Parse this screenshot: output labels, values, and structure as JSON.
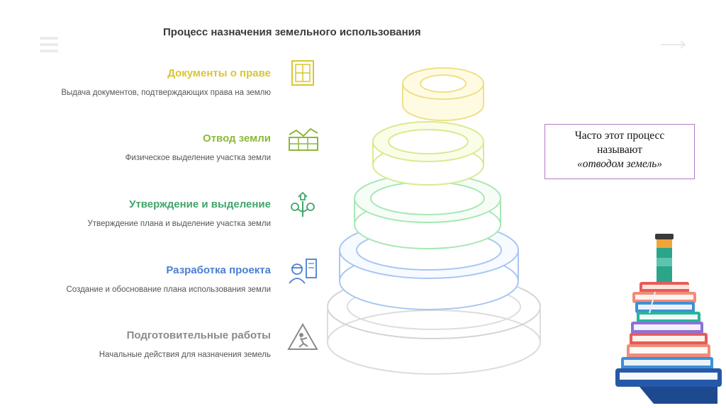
{
  "title": "Процесс назначения земельного использования",
  "steps": [
    {
      "heading": "Документы о праве",
      "description": "Выдача документов, подтверждающих права на землю",
      "color": "#d9c630",
      "icon": "document-icon"
    },
    {
      "heading": "Отвод земли",
      "description": "Физическое выделение участка земли",
      "color": "#8db83a",
      "icon": "land-plot-icon"
    },
    {
      "heading": "Утверждение и выделение",
      "description": "Утверждение плана и выделение участка земли",
      "color": "#43a46b",
      "icon": "plant-approval-icon"
    },
    {
      "heading": "Разработка проекта",
      "description": "Создание и обоснование плана использования земли",
      "color": "#4a7fcf",
      "icon": "engineer-plan-icon"
    },
    {
      "heading": "Подготовительные работы",
      "description": "Начальные действия для назначения земель",
      "color": "#8a8a8a",
      "icon": "worker-sign-icon"
    }
  ],
  "note": {
    "line1": "Часто этот процесс",
    "line2": "называют",
    "line3": "«отводом земель»"
  },
  "colors": {
    "ring_yellow": "#f4e69a",
    "ring_lime": "#d9ea8f",
    "ring_green": "#a8e8b4",
    "ring_blue": "#a9c6f2",
    "ring_gray": "#dcdcdc",
    "note_border": "#b07bc7"
  }
}
